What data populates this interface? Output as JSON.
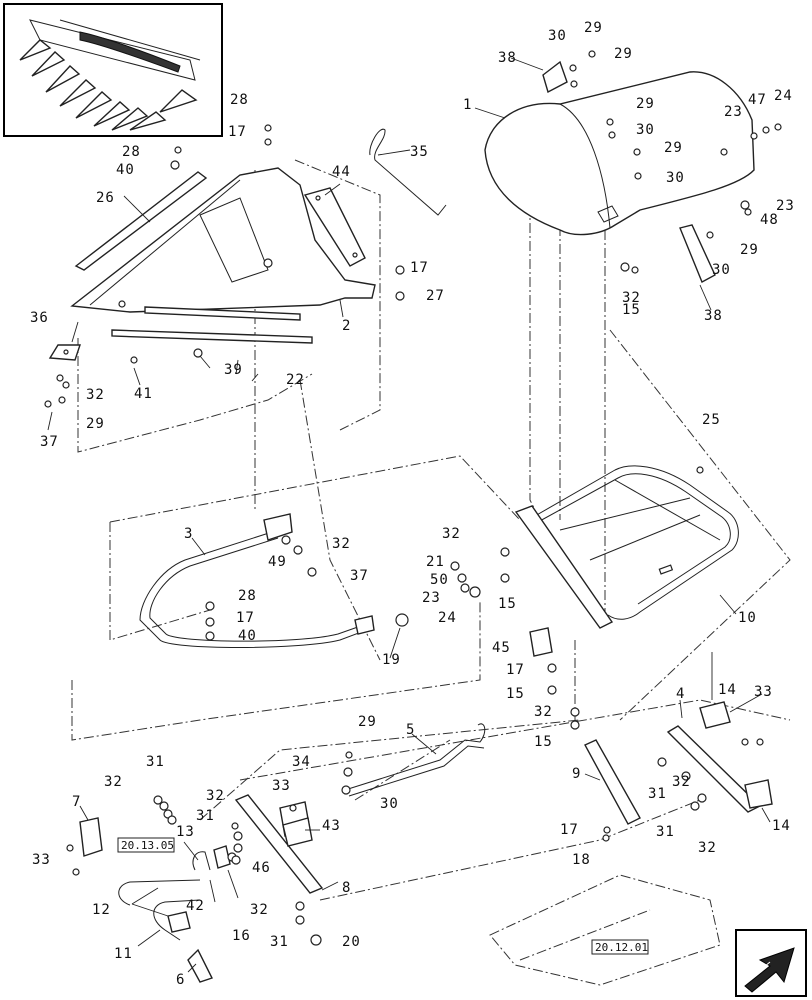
{
  "callouts": {
    "c1": "1",
    "c2": "2",
    "c3": "3",
    "c4": "4",
    "c5": "5",
    "c6": "6",
    "c7": "7",
    "c8": "8",
    "c9": "9",
    "c10": "10",
    "c11": "11",
    "c12": "12",
    "c13": "13",
    "c14a": "14",
    "c14b": "14",
    "c15a": "15",
    "c15b": "15",
    "c15c": "15",
    "c15d": "15",
    "c16": "16",
    "c17a": "17",
    "c17b": "17",
    "c17c": "17",
    "c17d": "17",
    "c17e": "17",
    "c18": "18",
    "c19": "19",
    "c20": "20",
    "c21": "21",
    "c22": "22",
    "c23a": "23",
    "c23b": "23",
    "c23c": "23",
    "c24a": "24",
    "c24b": "24",
    "c25": "25",
    "c26": "26",
    "c27": "27",
    "c28a": "28",
    "c28b": "28",
    "c28c": "28",
    "c29a": "29",
    "c29b": "29",
    "c29c": "29",
    "c29d": "29",
    "c29e": "29",
    "c29f": "29",
    "c29g": "29",
    "c30a": "30",
    "c30b": "30",
    "c30c": "30",
    "c30d": "30",
    "c30e": "30",
    "c31a": "31",
    "c31b": "31",
    "c31c": "31",
    "c31d": "31",
    "c31e": "31",
    "c32a": "32",
    "c32b": "32",
    "c32c": "32",
    "c32d": "32",
    "c32e": "32",
    "c32f": "32",
    "c32g": "32",
    "c32h": "32",
    "c32i": "32",
    "c33a": "33",
    "c33b": "33",
    "c33c": "33",
    "c34": "34",
    "c35": "35",
    "c36": "36",
    "c37a": "37",
    "c37b": "37",
    "c38a": "38",
    "c38b": "38",
    "c39": "39",
    "c40a": "40",
    "c40b": "40",
    "c41": "41",
    "c42": "42",
    "c43": "43",
    "c44": "44",
    "c45": "45",
    "c46": "46",
    "c47": "47",
    "c48": "48",
    "c49": "49",
    "c50": "50"
  },
  "references": {
    "ref_left": "20.13.05",
    "ref_bottom": "20.12.01"
  },
  "icons": {
    "inset": "corn-header-overview-thumbnail",
    "nav": "back-arrow-icon"
  }
}
